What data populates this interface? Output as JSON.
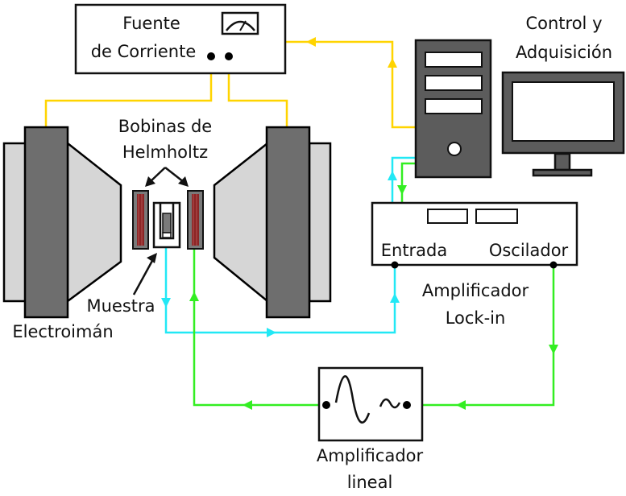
{
  "labels": {
    "power_supply_line1": "Fuente",
    "power_supply_line2": "de Corriente",
    "control_line1": "Control y",
    "control_line2": "Adquisición",
    "helmholtz_line1": "Bobinas de",
    "helmholtz_line2": "Helmholtz",
    "sample": "Muestra",
    "electromagnet": "Electroimán",
    "lockin_input": "Entrada",
    "lockin_oscillator": "Oscilador",
    "lockin_line1": "Amplificador",
    "lockin_line2": "Lock-in",
    "linear_amp_line1": "Amplificador",
    "linear_amp_line2": "lineal"
  },
  "icons": {
    "power_supply_meter": "analog-meter-icon",
    "linear_amp_signal": "sine-wave-icon",
    "computer": "desktop-tower-icon",
    "monitor": "monitor-icon"
  },
  "colors": {
    "current_wire": "#ffd400",
    "signal_wire": "#22e8f5",
    "reference_wire": "#33ee22",
    "coil_winding": "#8b2525"
  }
}
